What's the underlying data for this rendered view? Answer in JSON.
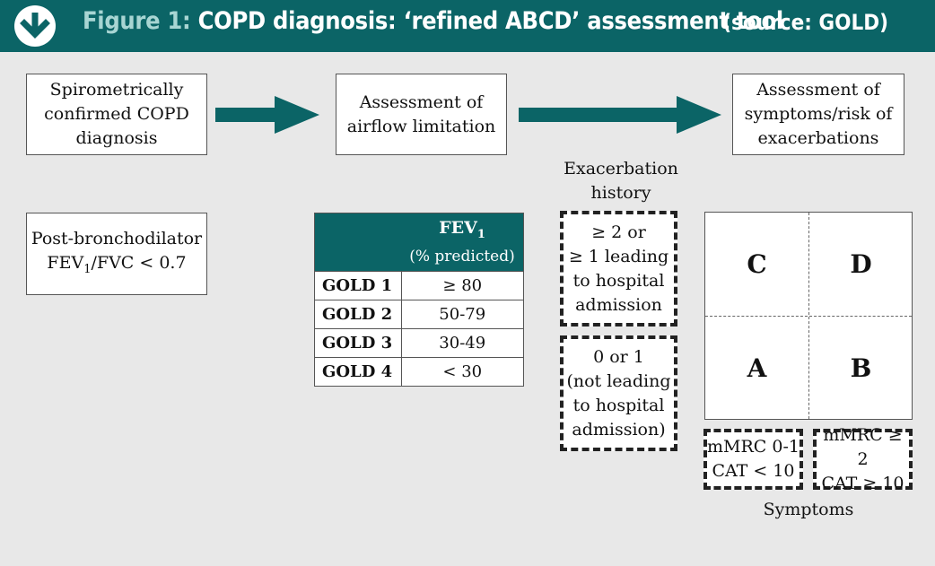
{
  "header": {
    "figure_label": "Figure 1:",
    "title": "COPD diagnosis: ‘refined ABCD’ assessment tool",
    "source": "(source: GOLD)"
  },
  "flow": {
    "step1": [
      "Spirometrically",
      "confirmed COPD",
      "diagnosis"
    ],
    "step2": [
      "Assessment of",
      "airflow limitation"
    ],
    "step3": [
      "Assessment of",
      "symptoms/risk of",
      "exacerbations"
    ]
  },
  "criterion": {
    "line1": "Post-bronchodilator",
    "line2_pre": "FEV",
    "line2_sub": "1",
    "line2_post": "/FVC < 0.7"
  },
  "gold_table": {
    "header_main": "FEV",
    "header_sub": "1",
    "header_unit": "(% predicted)",
    "rows": [
      {
        "stage": "GOLD 1",
        "value": "≥ 80"
      },
      {
        "stage": "GOLD 2",
        "value": "50-79"
      },
      {
        "stage": "GOLD 3",
        "value": "30-49"
      },
      {
        "stage": "GOLD 4",
        "value": "< 30"
      }
    ]
  },
  "exacerbation": {
    "title": [
      "Exacerbation",
      "history"
    ],
    "high": [
      "≥ 2 or",
      "≥ 1 leading",
      "to hospital",
      "admission"
    ],
    "low": [
      "0 or 1",
      "(not leading",
      "to hospital",
      "admission)"
    ]
  },
  "groups": {
    "top_left": "C",
    "top_right": "D",
    "bottom_left": "A",
    "bottom_right": "B"
  },
  "symptoms": {
    "low": [
      "mMRC 0-1",
      "CAT < 10"
    ],
    "high": [
      "mMRC ≥ 2",
      "CAT ≥ 10"
    ],
    "label": "Symptoms"
  },
  "colors": {
    "teal": "#0b6466",
    "figure_label": "#a8d5d3",
    "background": "#e8e8e8"
  }
}
